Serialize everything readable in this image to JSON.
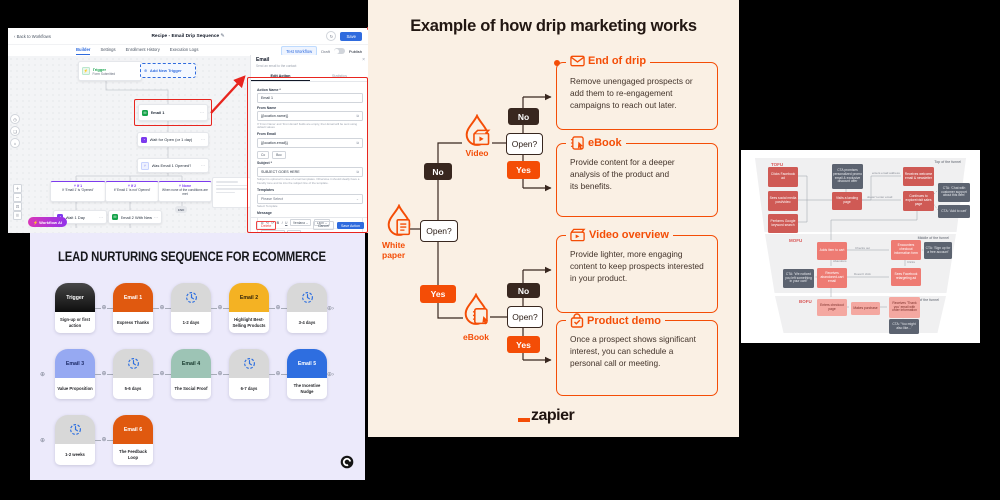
{
  "colors": {
    "zapier_orange": "#f44d06",
    "drip_bg": "#faf0e4",
    "drip_dark": "#38271f",
    "builder_blue": "#2f6bde",
    "highlight_red": "#e8251f",
    "nurture_bg": "#eceafb",
    "funnel_red": "#cf5a55",
    "funnel_mid": "#ee7b73",
    "funnel_light": "#f4a8a1",
    "funnel_gray": "#5c6370"
  },
  "builder": {
    "back_label": "Back to Workflows",
    "title": "Recipe - Email Drip Sequence",
    "save_label": "Save",
    "tabs": [
      "Builder",
      "Settings",
      "Enrollment History",
      "Execution Logs"
    ],
    "test_workflow": "Test Workflow",
    "draft_label": "Draft",
    "publish_label": "Publish",
    "canvas": {
      "trigger_title": "Trigger",
      "trigger_sub": "Form Submitted",
      "add_trigger": "Add New Trigger",
      "email1": "Email 1",
      "wait_open": "Wait for Open (or 1 day)",
      "branch_q": "Was Email 1 Opened?",
      "branch_tags": [
        "If 1",
        "If 2",
        "None"
      ],
      "branch_labels": [
        "If 'Email 1' is 'Opened'",
        "If 'Email 1' is not 'Opened'",
        "When none of the conditions are met"
      ],
      "wait_day": "Wait 1 Day",
      "email2": "Email 2 With New Subject",
      "end_label": "END",
      "workflow_ai": "Workflow AI"
    },
    "panel": {
      "title": "Email",
      "subtitle": "Send an email to the contact",
      "tab_edit": "Edit Action",
      "tab_stats": "Statistics",
      "action_name_label": "Action Name *",
      "action_name_value": "Email 1",
      "from_name_label": "From Name",
      "from_name_value": "{{location.name}}",
      "from_helper": "If 'From Name' and 'From Email' fields are empty, then Email will be sent using default values",
      "from_email_label": "From Email",
      "from_email_value": "{{location.email}}",
      "cc_label": "Cc",
      "bcc_label": "Bcc",
      "subject_label": "Subject *",
      "subject_value": "SUBJECT GOES HERE",
      "subject_helper": "Subject is optional in case of email templates. Otherwise it should ideally have a friendly tone and tie into the subject line of the template.",
      "templates_label": "Templates",
      "templates_value": "Please Select",
      "templates_hint": "Select Template",
      "message_label": "Message",
      "font_name": "Verdana",
      "font_size": "14px",
      "paragraph": "Paragra...",
      "line_height": "1.5",
      "delete_label": "Delete",
      "cancel_label": "Cancel",
      "save_action_label": "Save Action"
    }
  },
  "nurture": {
    "title": "LEAD NURTURING SEQUENCE FOR ECOMMERCE",
    "rows": [
      {
        "cards": [
          {
            "head": "Trigger",
            "caption": "Sign-up or first action"
          },
          {
            "head": "Email 1",
            "caption": "Express Thanks"
          },
          {
            "head": "",
            "caption": "1-2 days"
          },
          {
            "head": "Email 2",
            "caption": "Highlight Best-Selling Products"
          },
          {
            "head": "",
            "caption": "3-4 days"
          }
        ]
      },
      {
        "cards": [
          {
            "head": "Email 3",
            "caption": "Value Proposition"
          },
          {
            "head": "",
            "caption": "5-6 days"
          },
          {
            "head": "Email 4",
            "caption": "The Social Proof"
          },
          {
            "head": "",
            "caption": "6-7 days"
          },
          {
            "head": "Email 5",
            "caption": "The Incentive Nudge"
          }
        ]
      },
      {
        "cards": [
          {
            "head": "",
            "caption": "1-2 weeks"
          },
          {
            "head": "Email 6",
            "caption": "The Feedback Loop"
          }
        ]
      }
    ]
  },
  "drip": {
    "title": "Example of how drip marketing works",
    "labels": {
      "open": "Open?",
      "no": "No",
      "yes": "Yes",
      "white_paper": "White paper",
      "video": "Video",
      "ebook": "eBook"
    },
    "callouts": [
      {
        "title": "End of drip",
        "body": "Remove unengaged prospects or add them to re-engagement campaigns to reach out later."
      },
      {
        "title": "eBook",
        "body": "Provide content for a deeper analysis of the product and its benefits."
      },
      {
        "title": "Video overview",
        "body": "Provide lighter, more engaging content to keep prospects interested in your product."
      },
      {
        "title": "Product demo",
        "body": "Once a prospect shows significant interest, you can schedule a personal call or meeting."
      }
    ],
    "logo_text": "zapier"
  },
  "funnel": {
    "bands": [
      {
        "stage": "TOFU",
        "side": "Top of the funnel"
      },
      {
        "stage": "MOFU",
        "side": "Middle of the funnel"
      },
      {
        "stage": "BOFU",
        "side": "Bottom of the funnel"
      }
    ],
    "tofu_boxes": [
      "Clicks Facebook ad",
      "Sees social media post/video",
      "Performs Google keyword search",
      "CTA promises personalized promo email & exclusive discount offer",
      "Visits a landing page",
      "Receives welcome email & newsletter",
      "Continues to explore/visit sales page",
      "CTA: 'Chat with customer support about this item'",
      "CTA: 'Add to cart'"
    ],
    "mofu_boxes": [
      "Adds item to cart",
      "Encounters checkout information form",
      "CTA: 'Sign up for a free account'",
      "Receives abandoned-cart email",
      "CTA: 'We noticed you left something in your cart!'",
      "Sees Facebook retargeting ad"
    ],
    "bofu_boxes": [
      "Enters checkout page",
      "Makes purchase",
      "Receives 'Thank you' email with order information",
      "CTA: 'You might also like...'"
    ],
    "edge_labels": {
      "enters": "enters email address",
      "no_email": "doesn't enter email",
      "checkout": "Checks out",
      "abandons": "Abandons",
      "clicks": "Clicks",
      "no_click": "Doesn't click"
    }
  }
}
